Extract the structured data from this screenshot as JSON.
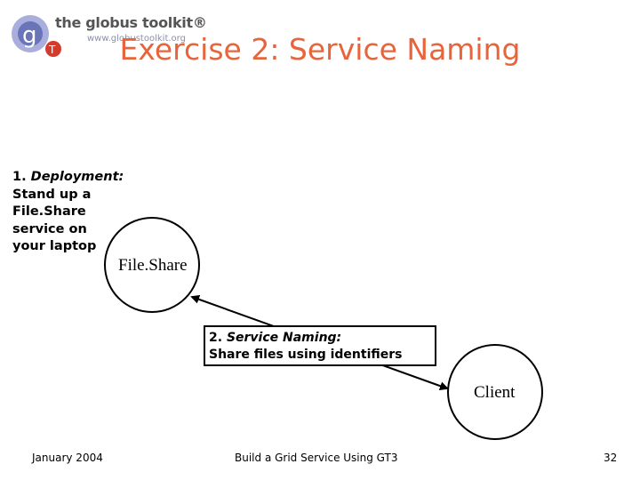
{
  "header": {
    "logo_title": "the globus toolkit®",
    "logo_url": "www.globustoolkit.org",
    "title": "Exercise 2: Service Naming"
  },
  "diagram": {
    "step1": {
      "number": "1.",
      "heading": "Deployment:",
      "lines": [
        "Stand up a",
        "File.Share",
        "service on",
        "your laptop"
      ]
    },
    "node_fileshare": "File.Share",
    "node_client": "Client",
    "step2": {
      "number": "2.",
      "heading": "Service Naming:",
      "body": "Share files using identifiers"
    }
  },
  "footer": {
    "date": "January 2004",
    "center": "Build a Grid Service Using GT3",
    "page": "32"
  },
  "colors": {
    "title": "#e8643a",
    "logo_blue": "#6a74b8",
    "logo_red": "#d33c2c"
  }
}
